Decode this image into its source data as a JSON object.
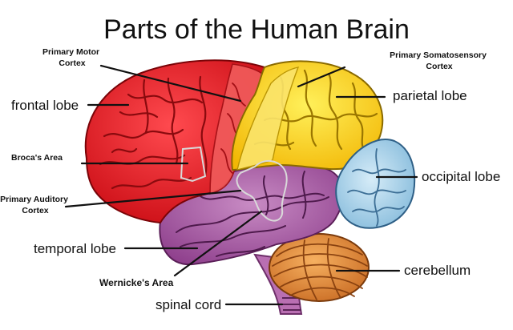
{
  "title": "Parts of the Human Brain",
  "labels": {
    "primary_motor_cortex": [
      "Primary Motor",
      "Cortex"
    ],
    "primary_somatosensory_cortex": [
      "Primary Somatosensory",
      "Cortex"
    ],
    "frontal_lobe": "frontal lobe",
    "parietal_lobe": "parietal lobe",
    "brocas_area": "Broca's Area",
    "occipital_lobe": "occipital lobe",
    "primary_auditory_cortex": [
      "Primary Auditory",
      "Cortex"
    ],
    "temporal_lobe": "temporal lobe",
    "cerebellum": "cerebellum",
    "wernickes_area": "Wernicke's Area",
    "spinal_cord": "spinal cord"
  },
  "colors": {
    "frontal_lobe": "#e8141c",
    "motor_strip": "#f05a5a",
    "parietal_lobe": "#f7d21e",
    "occipital_lobe": "#a9d3ec",
    "temporal_lobe": "#a85ba6",
    "cerebellum": "#e6883a",
    "brainstem": "#c07ab8"
  }
}
